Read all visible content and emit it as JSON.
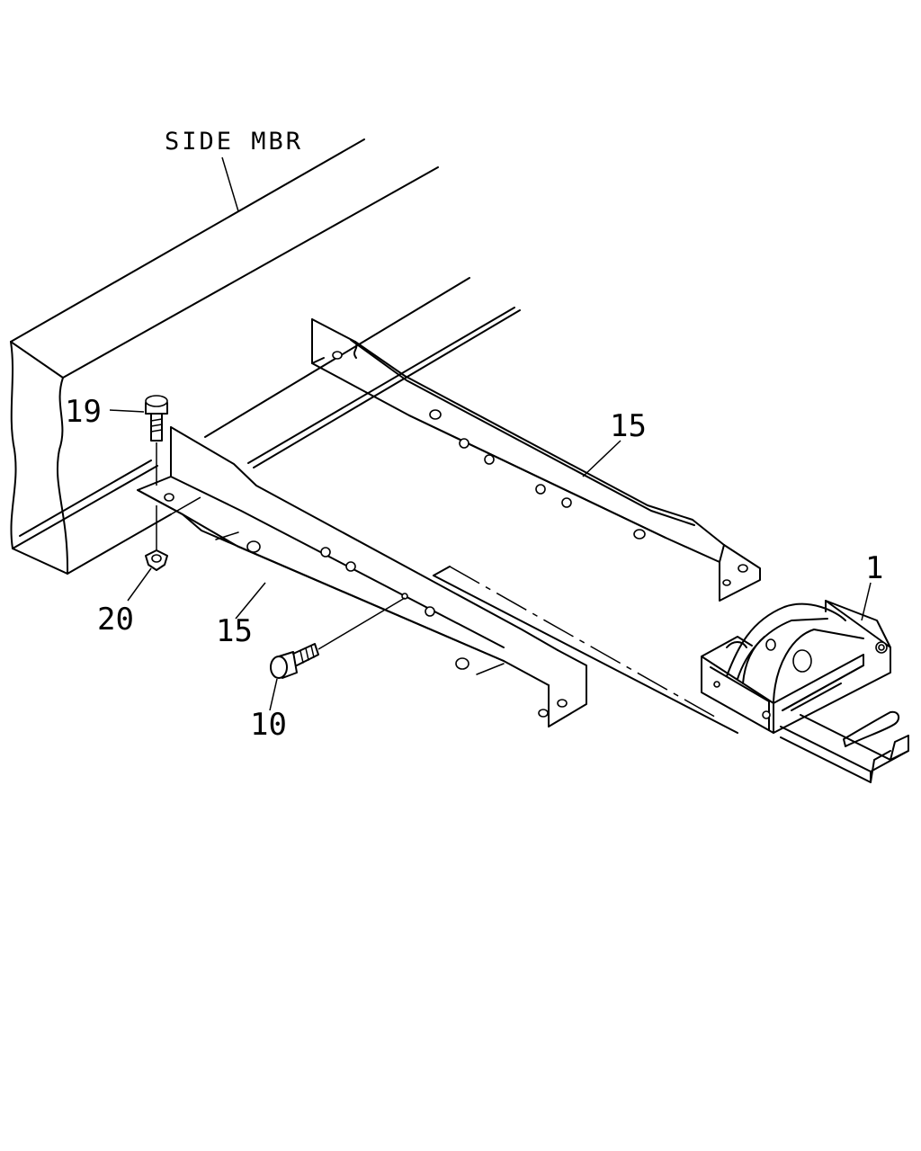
{
  "labels": {
    "side_member": "SIDE MBR",
    "part_1": "1",
    "part_15_upper": "15",
    "part_15_lower": "15",
    "part_19": "19",
    "part_20": "20",
    "part_10": "10"
  }
}
